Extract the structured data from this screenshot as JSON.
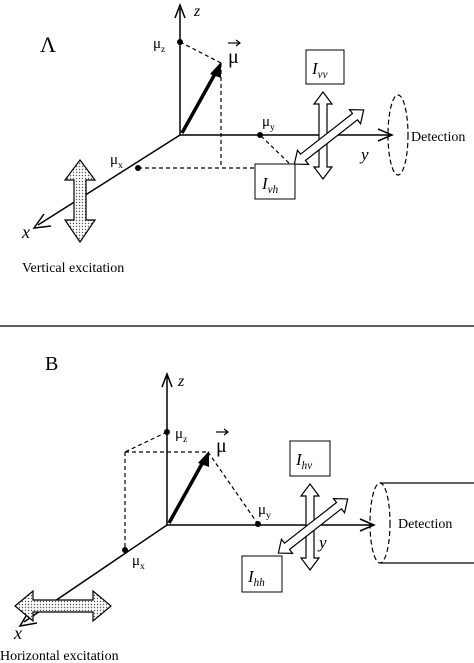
{
  "panel_a": {
    "label": "Λ",
    "axis_x": "x",
    "axis_y": "y",
    "axis_z": "z",
    "mu_label": "μ",
    "mu_x": "μx",
    "mu_y": "μy",
    "mu_z": "μz",
    "ivv": "Ivv",
    "ivh": "Ivh",
    "detection": "Detection",
    "excitation": "Vertical excitation"
  },
  "panel_b": {
    "label": "B",
    "axis_x": "x",
    "axis_y": "y",
    "axis_z": "z",
    "mu_label": "μ",
    "mu_x": "μx",
    "mu_y": "μy",
    "mu_z": "μz",
    "ihv": "Ihv",
    "ihh": "Ihh",
    "detection": "Detection",
    "excitation": "Horizontal excitation"
  }
}
